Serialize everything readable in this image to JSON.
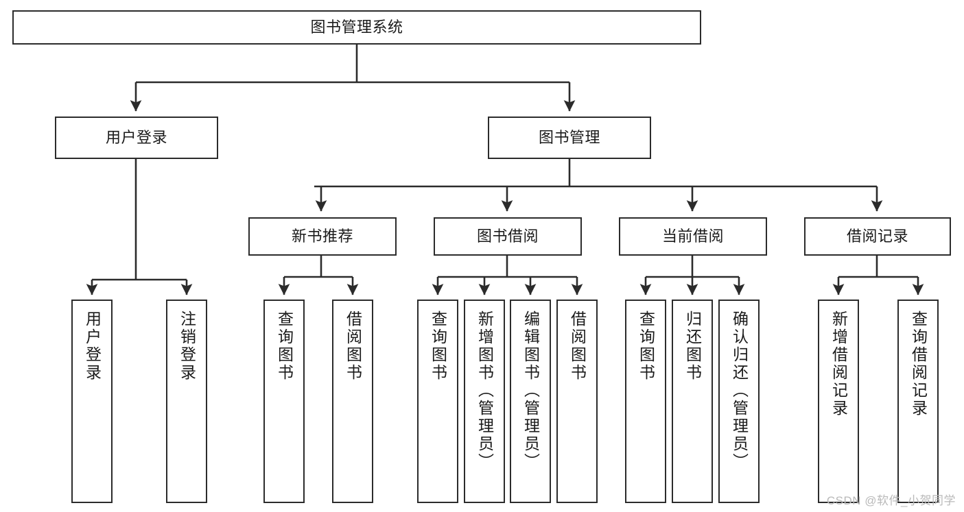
{
  "diagram": {
    "title": "图书管理系统",
    "type": "hierarchy-tree",
    "watermark": "CSDN @软件_小贺同学",
    "colors": {
      "stroke": "#2b2b2b",
      "fill": "#ffffff",
      "text": "#1a1a1a",
      "watermark": "#b9b9b9"
    },
    "nodes": {
      "root": {
        "label": "图书管理系统"
      },
      "level2": [
        {
          "label": "用户登录"
        },
        {
          "label": "图书管理"
        }
      ],
      "level3": [
        {
          "label": "新书推荐"
        },
        {
          "label": "图书借阅"
        },
        {
          "label": "当前借阅"
        },
        {
          "label": "借阅记录"
        }
      ],
      "leaves_user_login": [
        {
          "label": "用户登录"
        },
        {
          "label": "注销登录"
        }
      ],
      "leaves_new_book": [
        {
          "label": "查询图书"
        },
        {
          "label": "借阅图书"
        }
      ],
      "leaves_borrow": [
        {
          "label": "查询图书"
        },
        {
          "label": "新增图书（管理员）"
        },
        {
          "label": "编辑图书（管理员）"
        },
        {
          "label": "借阅图书"
        }
      ],
      "leaves_current": [
        {
          "label": "查询图书"
        },
        {
          "label": "归还图书"
        },
        {
          "label": "确认归还（管理员）"
        }
      ],
      "leaves_records": [
        {
          "label": "新增借阅记录"
        },
        {
          "label": "查询借阅记录"
        }
      ]
    }
  }
}
